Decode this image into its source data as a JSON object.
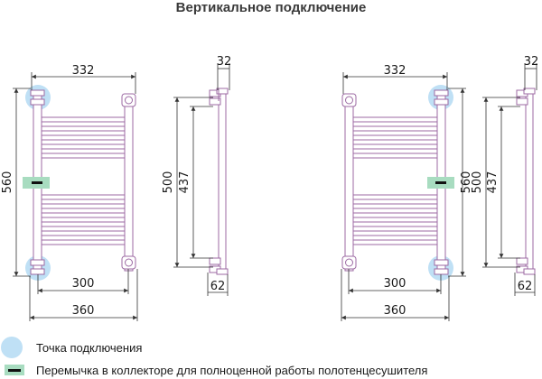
{
  "title": "Вертикальное подключение",
  "dims": {
    "top_width": "332",
    "height": "560",
    "center": "300",
    "overall": "360",
    "side_depth": "32",
    "side_height": "500",
    "side_inner": "437",
    "side_bottom": "62"
  },
  "legend": {
    "connection_point": "Точка подключения",
    "jumper": "Перемычка в коллекторе для полноценной работы полотенцесушителя"
  },
  "colors": {
    "tube": "#9c6aa3",
    "connection": "#bfe0f5",
    "jumper_fill": "#a8dcc0",
    "jumper_mark": "#111111"
  }
}
